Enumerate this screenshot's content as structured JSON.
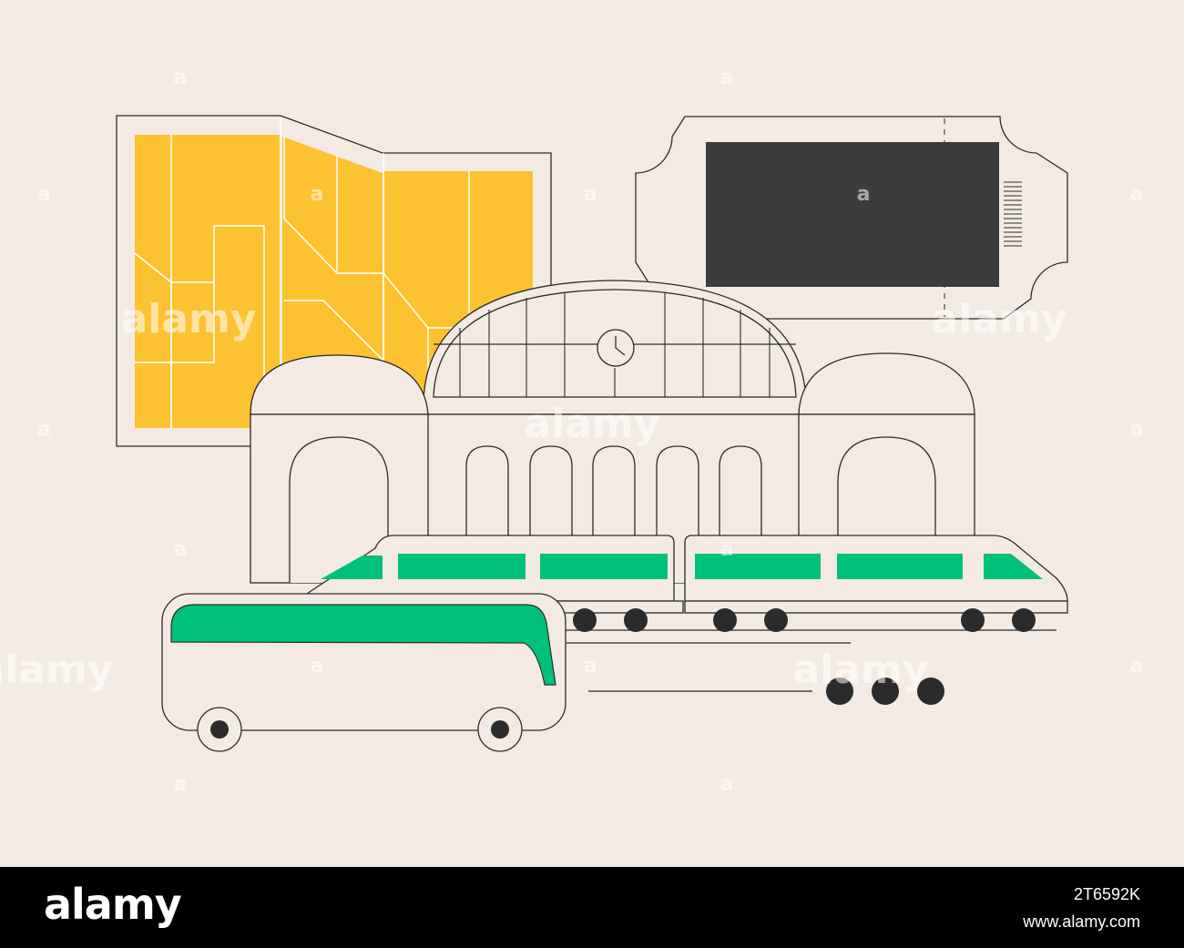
{
  "colors": {
    "background": "#f3ebe3",
    "map_fill": "#fdc232",
    "ticket_fill": "#3c3c3c",
    "accent_green": "#00c07a",
    "outline": "#2b2b2b",
    "footer_bg": "#000000",
    "footer_text": "#ffffff"
  },
  "illustration": {
    "map_icon": "folded-map-icon",
    "ticket_icon": "ticket-icon",
    "station_icon": "train-station-icon",
    "clock_icon": "clock-icon",
    "train_icon": "train-icon",
    "bus_icon": "bus-icon"
  },
  "watermark": {
    "brand": "alamy",
    "mark": "a"
  },
  "footer": {
    "logo": "alamy",
    "image_id": "2T6592K",
    "url": "www.alamy.com"
  }
}
